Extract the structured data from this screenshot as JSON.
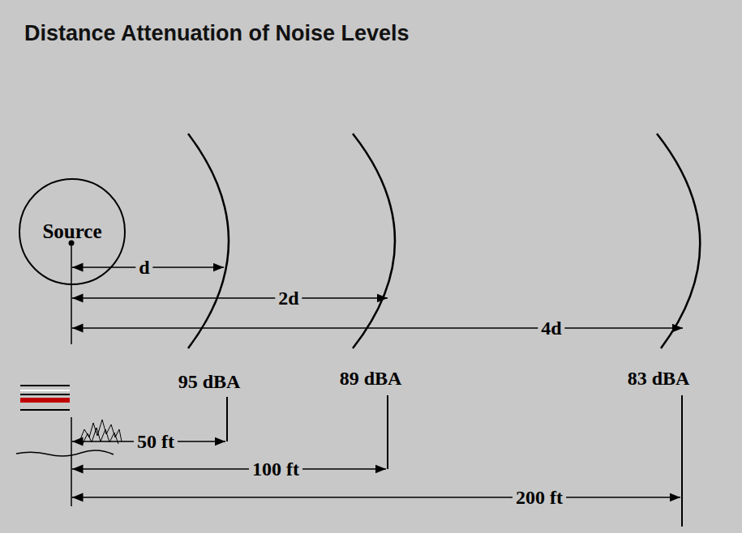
{
  "diagram": {
    "title": "Distance Attenuation of Noise Levels",
    "nodes": [
      {
        "text": [
          "Source"
        ]
      }
    ],
    "labels": [
      "d",
      "2d",
      "4d",
      "95 dBA",
      "89 dBA",
      "83 dBA",
      "50 ft",
      "100 ft",
      "200 ft"
    ]
  }
}
